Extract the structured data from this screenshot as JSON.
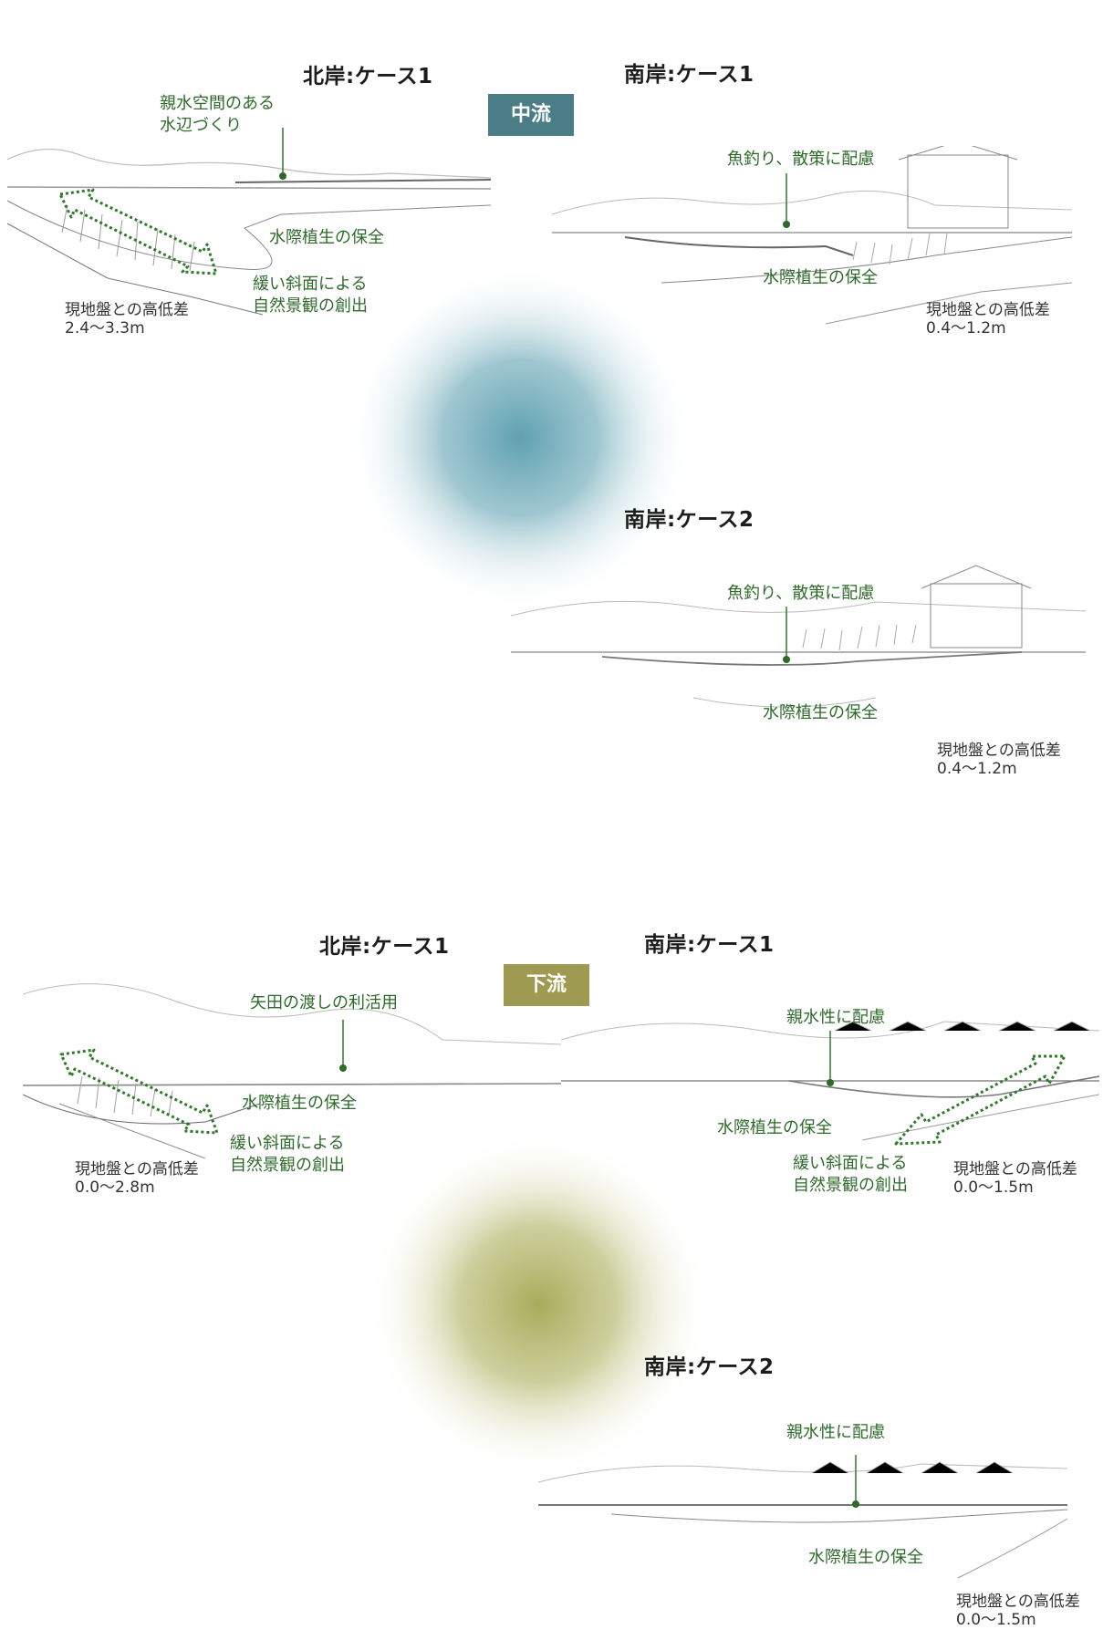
{
  "sections": {
    "middle": {
      "badge": "中流",
      "north_case1": {
        "title": "北岸:ケース1",
        "notes": [
          "親水空間のある\n水辺づくり",
          "水際植生の保全",
          "緩い斜面による\n自然景観の創出"
        ],
        "elevation": "現地盤との高低差\n2.4〜3.3m"
      },
      "south_case1": {
        "title": "南岸:ケース1",
        "notes": [
          "魚釣り、散策に配慮",
          "水際植生の保全"
        ],
        "elevation": "現地盤との高低差\n0.4〜1.2m"
      },
      "south_case2": {
        "title": "南岸:ケース2",
        "notes": [
          "魚釣り、散策に配慮",
          "水際植生の保全"
        ],
        "elevation": "現地盤との高低差\n0.4〜1.2m"
      }
    },
    "lower": {
      "badge": "下流",
      "north_case1": {
        "title": "北岸:ケース1",
        "notes": [
          "矢田の渡しの利活用",
          "水際植生の保全",
          "緩い斜面による\n自然景観の創出"
        ],
        "elevation": "現地盤との高低差\n0.0〜2.8m"
      },
      "south_case1": {
        "title": "南岸:ケース1",
        "notes": [
          "親水性に配慮",
          "水際植生の保全",
          "緩い斜面による\n自然景観の創出"
        ],
        "elevation": "現地盤との高低差\n0.0〜1.5m"
      },
      "south_case2": {
        "title": "南岸:ケース2",
        "notes": [
          "親水性に配慮",
          "水際植生の保全"
        ],
        "elevation": "現地盤との高低差\n0.0〜1.5m"
      }
    }
  },
  "colors": {
    "middle_badge": "#4a7d86",
    "lower_badge": "#9f9a52",
    "middle_glow": "#5fa0b0",
    "lower_glow": "#a8ab5a",
    "note_green": "#2e6b2a",
    "arrow_green": "#2f7a2a"
  },
  "icons": [
    "leader-dot-icon",
    "double-arrow-icon"
  ]
}
